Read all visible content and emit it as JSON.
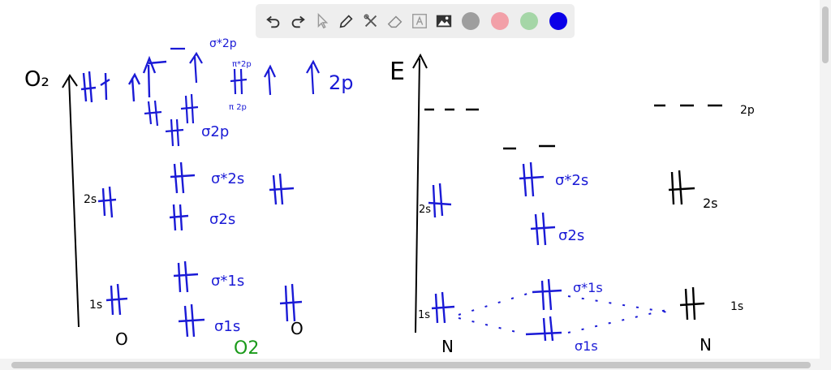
{
  "toolbar": {
    "tools": [
      "undo-icon",
      "redo-icon",
      "pointer-icon",
      "pen-icon",
      "tools-icon",
      "eraser-icon",
      "text-icon",
      "image-icon"
    ],
    "colors": [
      "#9e9e9e",
      "#f2a0a8",
      "#a5d6a7",
      "#0b00e8"
    ],
    "selected_color": "#0b00e8"
  },
  "left_diagram": {
    "molecule_label": "O₂",
    "atom_left": "O",
    "atom_right": "O",
    "molecule_bottom": "O2",
    "levels": [
      "2p",
      "2s",
      "1s"
    ],
    "orbitals": [
      "σ*2p",
      "π*2p",
      "π2p",
      "σ2p",
      "σ*2s",
      "σ2s",
      "σ*1s",
      "σ1s"
    ]
  },
  "right_diagram": {
    "axis_label": "E",
    "atom_left": "N",
    "atom_right": "N",
    "levels": [
      "2p",
      "2s",
      "1s"
    ],
    "orbitals": [
      "σ*2s",
      "σ2s",
      "σ*1s",
      "σ1s"
    ]
  }
}
